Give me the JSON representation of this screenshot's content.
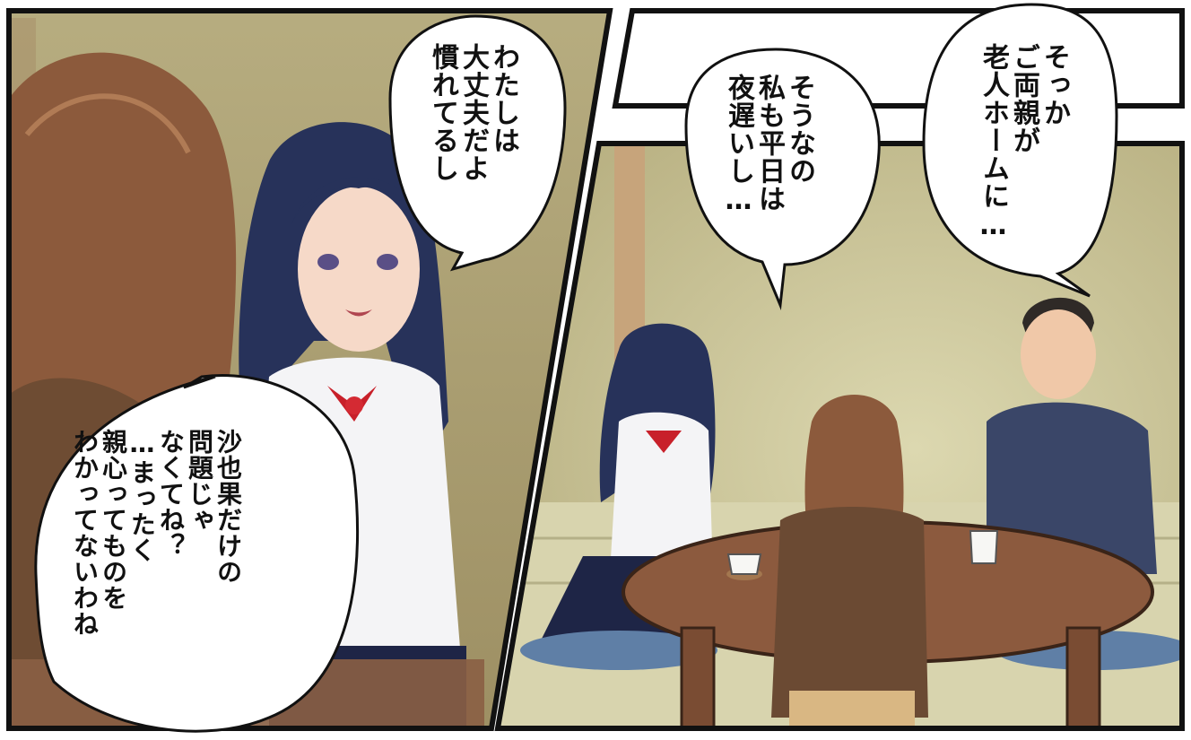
{
  "colors": {
    "panel_border": "#111111",
    "wall_left": "#b8ab7c",
    "wall_right": "#c9c49a",
    "bubble_fill": "#ffffff",
    "hair_dark": "#27325a",
    "hair_brown": "#8a5a3c",
    "shirt_white": "#f4f4f6",
    "ribbon_red": "#c8202a",
    "jacket_brown": "#6b4a33",
    "table_wood": "#8c5a3e",
    "man_shirt": "#3a4668"
  },
  "panels": {
    "left": {
      "bubble_top": {
        "lines": [
          "わたしは",
          "大丈夫だよ",
          "慣れてるし"
        ]
      },
      "bubble_bottom": {
        "lines": [
          "沙也果だけの",
          "問題じゃ",
          "なくてね？",
          "…まったく",
          "親心ってものを",
          "わかってないわね"
        ]
      }
    },
    "right": {
      "bubble_left": {
        "lines": [
          "そうなの",
          "私も平日は",
          "夜遅いし…"
        ]
      },
      "bubble_right": {
        "lines": [
          "そっか",
          "ご両親が",
          "老人ホームに…"
        ]
      }
    }
  }
}
